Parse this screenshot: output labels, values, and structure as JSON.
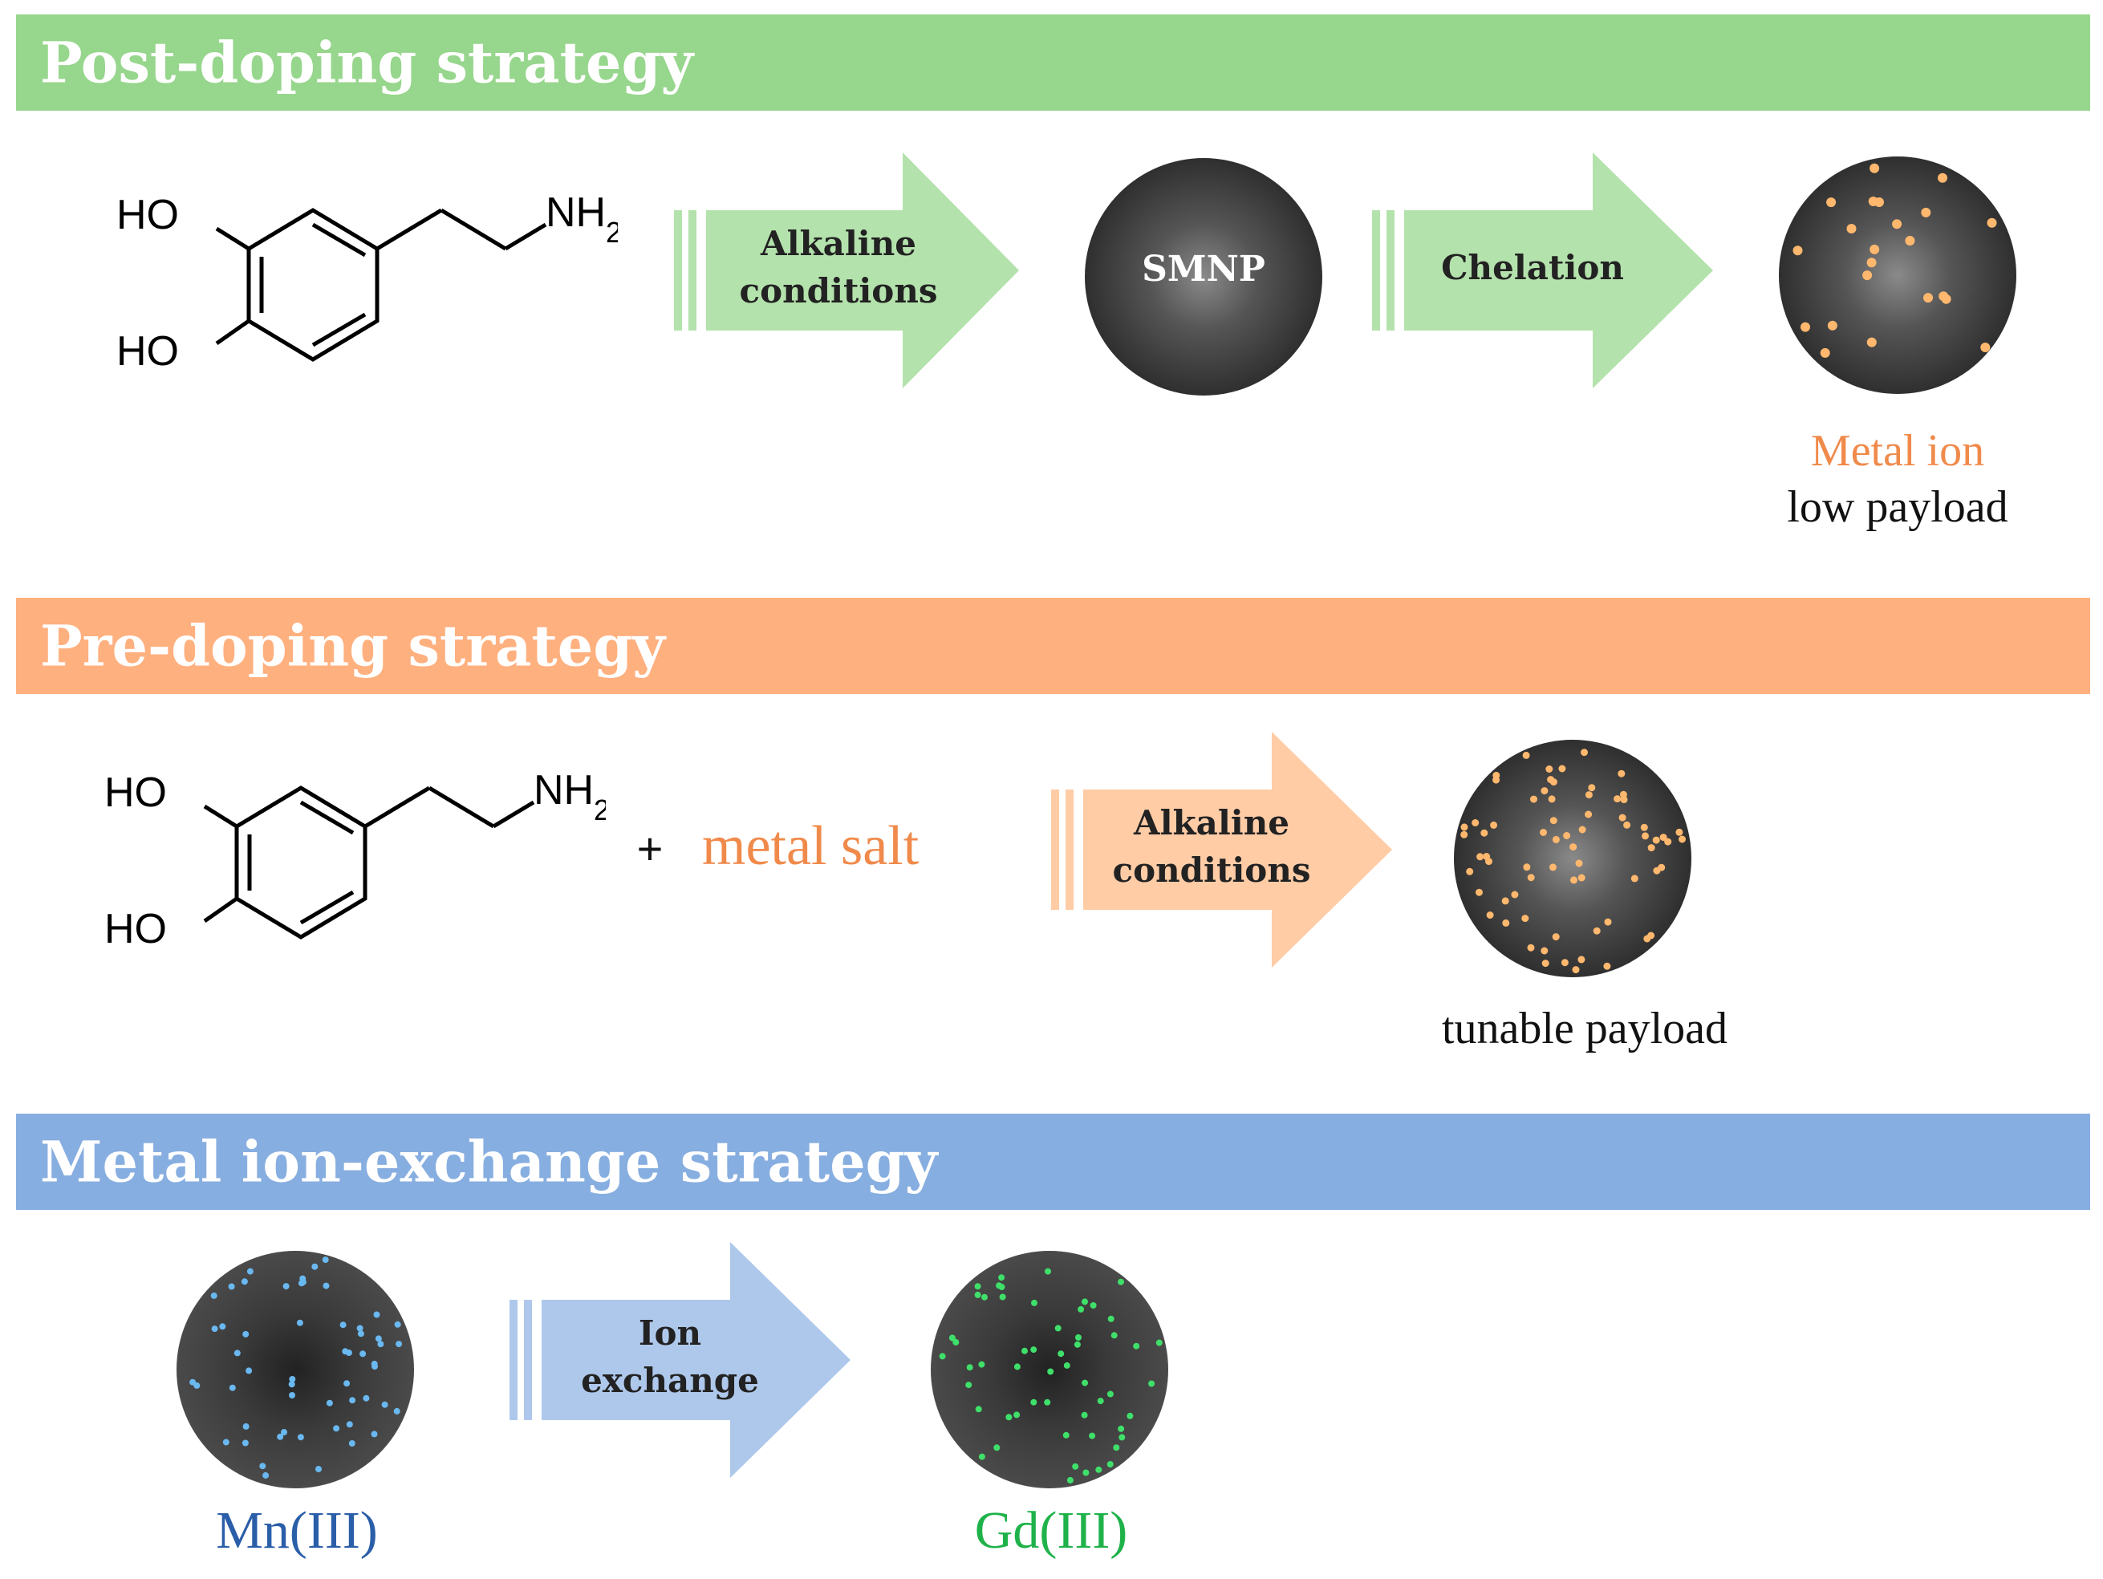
{
  "colors": {
    "post_banner": "#97d68d",
    "pre_banner": "#ffb07f",
    "exchange_banner": "#87aee0",
    "post_arrow": "#b4e2ac",
    "pre_arrow": "#ffcca6",
    "exchange_arrow": "#aec8eb",
    "orange_text": "#f08a4b",
    "blue_text": "#2b5ea8",
    "green_text": "#1fb24a",
    "orange_dot": "#ffb86e",
    "blue_dot": "#6ab8f0",
    "green_dot": "#3fe06a"
  },
  "post_doping": {
    "title": "Post-doping strategy",
    "molecule": {
      "oh_top": "HO",
      "oh_bottom": "HO",
      "amine": "NH",
      "amine_sub": "2"
    },
    "arrow1": {
      "line1": "Alkaline",
      "line2": "conditions"
    },
    "particle_label": "SMNP",
    "arrow2": {
      "line1": "Chelation"
    },
    "result_label": "Metal ion",
    "result_sublabel": "low payload"
  },
  "pre_doping": {
    "title": "Pre-doping strategy",
    "molecule": {
      "oh_top": "HO",
      "oh_bottom": "HO",
      "amine": "NH",
      "amine_sub": "2"
    },
    "plus": "+",
    "reagent": "metal salt",
    "arrow": {
      "line1": "Alkaline",
      "line2": "conditions"
    },
    "result_label": "tunable  payload"
  },
  "ion_exchange": {
    "title": "Metal ion-exchange strategy",
    "arrow": {
      "line1": "Ion",
      "line2": "exchange"
    },
    "start_label": "Mn(III)",
    "end_label": "Gd(III)"
  }
}
